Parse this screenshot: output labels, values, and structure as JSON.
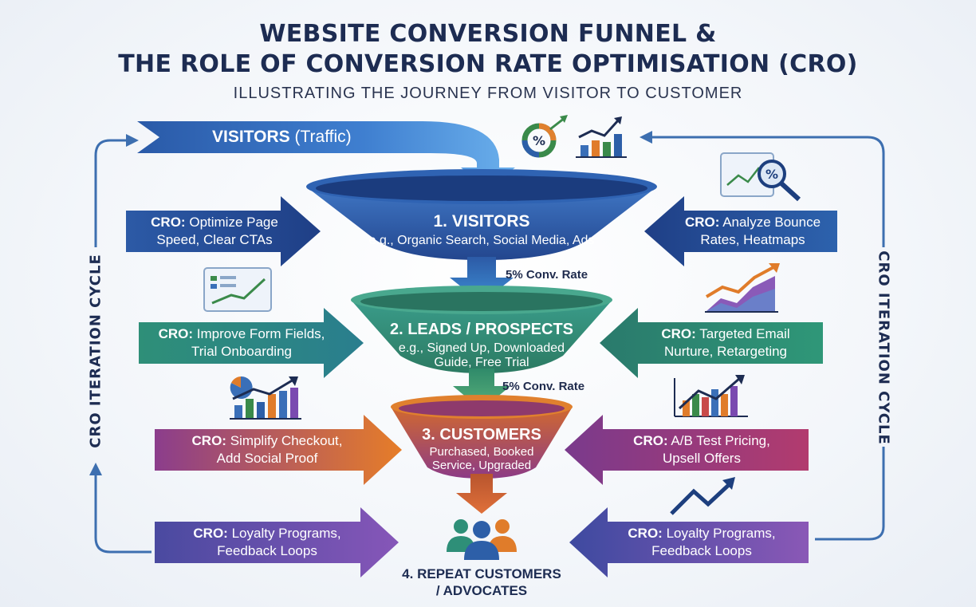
{
  "title_line1": "WEBSITE CONVERSION FUNNEL &",
  "title_line2": "THE ROLE OF CONVERSION RATE OPTIMISATION (CRO)",
  "subtitle": "ILLUSTRATING THE JOURNEY FROM VISITOR TO CUSTOMER",
  "traffic": {
    "bold": "VISITORS",
    "rest": "(Traffic)"
  },
  "stages": [
    {
      "title": "1. VISITORS",
      "desc": "e.g., Organic Search, Social Media, Ads"
    },
    {
      "title": "2. LEADS / PROSPECTS",
      "desc1": "e.g., Signed Up, Downloaded",
      "desc2": "Guide, Free Trial"
    },
    {
      "title": "3. CUSTOMERS",
      "desc1": "Purchased, Booked",
      "desc2": "Service, Upgraded"
    },
    {
      "title1": "4. REPEAT CUSTOMERS",
      "title2": "/ ADVOCATES"
    }
  ],
  "rates": [
    "5% Conv. Rate",
    "5% Conv. Rate"
  ],
  "cro_prefix": "CRO:",
  "left_arrows": [
    {
      "line1": "Optimize Page",
      "line2": "Speed, Clear CTAs"
    },
    {
      "line1": "Improve Form Fields,",
      "line2": "Trial Onboarding"
    },
    {
      "line1": "Simplify Checkout,",
      "line2": "Add Social Proof"
    },
    {
      "line1": "Loyalty Programs,",
      "line2": "Feedback Loops"
    }
  ],
  "right_arrows": [
    {
      "line1": "Analyze Bounce",
      "line2": "Rates, Heatmaps"
    },
    {
      "line1": "Targeted Email",
      "line2": "Nurture, Retargeting"
    },
    {
      "line1": "A/B Test Pricing,",
      "line2": "Upsell Offers"
    },
    {
      "line1": "Loyalty Programs,",
      "line2": "Feedback Loops"
    }
  ],
  "cycle_label": "CRO ITERATION CYCLE",
  "icons": [
    "percent-donut-icon",
    "bar-chart-up-icon",
    "magnifier-percent-icon",
    "line-chart-icon",
    "area-chart-icon",
    "pie-bar-chart-icon",
    "bar-chart-icon",
    "trend-arrow-icon",
    "people-group-icon"
  ],
  "colors": {
    "navy": "#1d2c52",
    "blue": "#2d5fa8",
    "teal": "#2e8f78",
    "orange": "#e07c2a",
    "purple": "#7a3a8c",
    "indigo": "#4b4ea3"
  }
}
